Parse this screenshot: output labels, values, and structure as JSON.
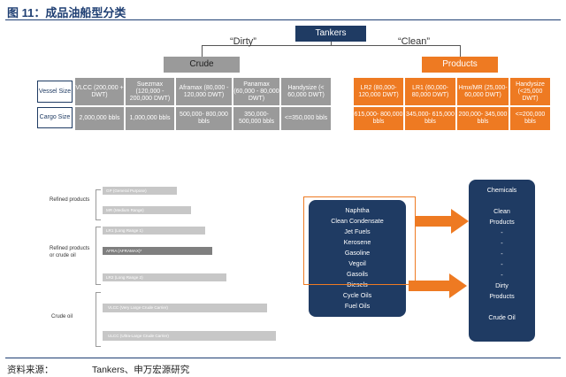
{
  "figure": {
    "title": "图 11：成品油船型分类"
  },
  "tree": {
    "root": "Tankers",
    "dirty_label": "“Dirty”",
    "clean_label": "“Clean”",
    "crude": "Crude",
    "products": "Products"
  },
  "table": {
    "vessel_size_label": "Vessel Size",
    "cargo_size_label": "Cargo Size",
    "crude_vessels": [
      {
        "name": "VLCC (200,000 + DWT)",
        "cargo": "2,000,000 bbls"
      },
      {
        "name": "Suezmax (120,000 - 200,000 DWT)",
        "cargo": "1,000,000 bbls"
      },
      {
        "name": "Aframax (80,000 - 120,000 DWT)",
        "cargo": "500,000- 800,000 bbls"
      },
      {
        "name": "Panamax (60,000 - 80,000 DWT)",
        "cargo": "350,000- 500,000 bbls"
      },
      {
        "name": "Handysize (< 60,000 DWT)",
        "cargo": "<=350,000 bbls"
      }
    ],
    "product_vessels": [
      {
        "name": "LR2 (80,000- 120,000 DWT)",
        "cargo": "615,000- 800,000 bbls"
      },
      {
        "name": "LR1 (60,000- 80,000 DWT)",
        "cargo": "345,000- 615,000 bbls"
      },
      {
        "name": "Hmx/MR (25,000- 60,000 DWT)",
        "cargo": "200,000- 345,000 bbls"
      },
      {
        "name": "Handysize (<25,000 DWT)",
        "cargo": "<=200,000 bbls"
      }
    ]
  },
  "ships": {
    "categories": [
      "Refined products",
      "Refined products or crude oil",
      "Crude oil"
    ],
    "labels": [
      "GP (General Purpose)",
      "MR (Medium Range)",
      "LR1 (Long Range 1)",
      "AFRA (AFRAMAX)*",
      "LR2 (Long Range 2)",
      "VLCC (Very Large Crude Carrier)",
      "ULCC (Ultra-Large Crude Carrier)"
    ]
  },
  "cargo": {
    "items": [
      "Naphtha",
      "Clean Condensate",
      "Jet Fuels",
      "Kerosene",
      "Gasoline",
      "Vegoil",
      "Gasoils",
      "Diesels",
      "Cycle Oils",
      "Fuel Oils"
    ],
    "right_lines": [
      "Chemicals",
      "",
      "Clean",
      "Products",
      "-",
      "-",
      "-",
      "-",
      "-",
      "Dirty",
      "Products",
      "",
      "Crude Oil"
    ]
  },
  "source": {
    "label": "资料来源：",
    "text": "Tankers、申万宏源研究"
  },
  "colors": {
    "navy": "#1f3b63",
    "orange": "#ee7a22",
    "grey": "#9a9a9a"
  }
}
